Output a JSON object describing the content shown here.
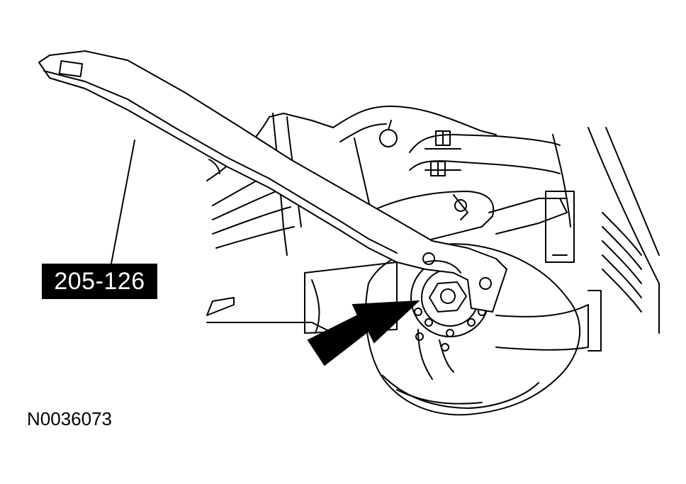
{
  "diagram": {
    "tool_callout": "205-126",
    "figure_id": "N0036073",
    "icons": [
      "pinion-flange-holder-tool",
      "differential-housing",
      "pinion-nut",
      "pointer-arrow"
    ]
  }
}
